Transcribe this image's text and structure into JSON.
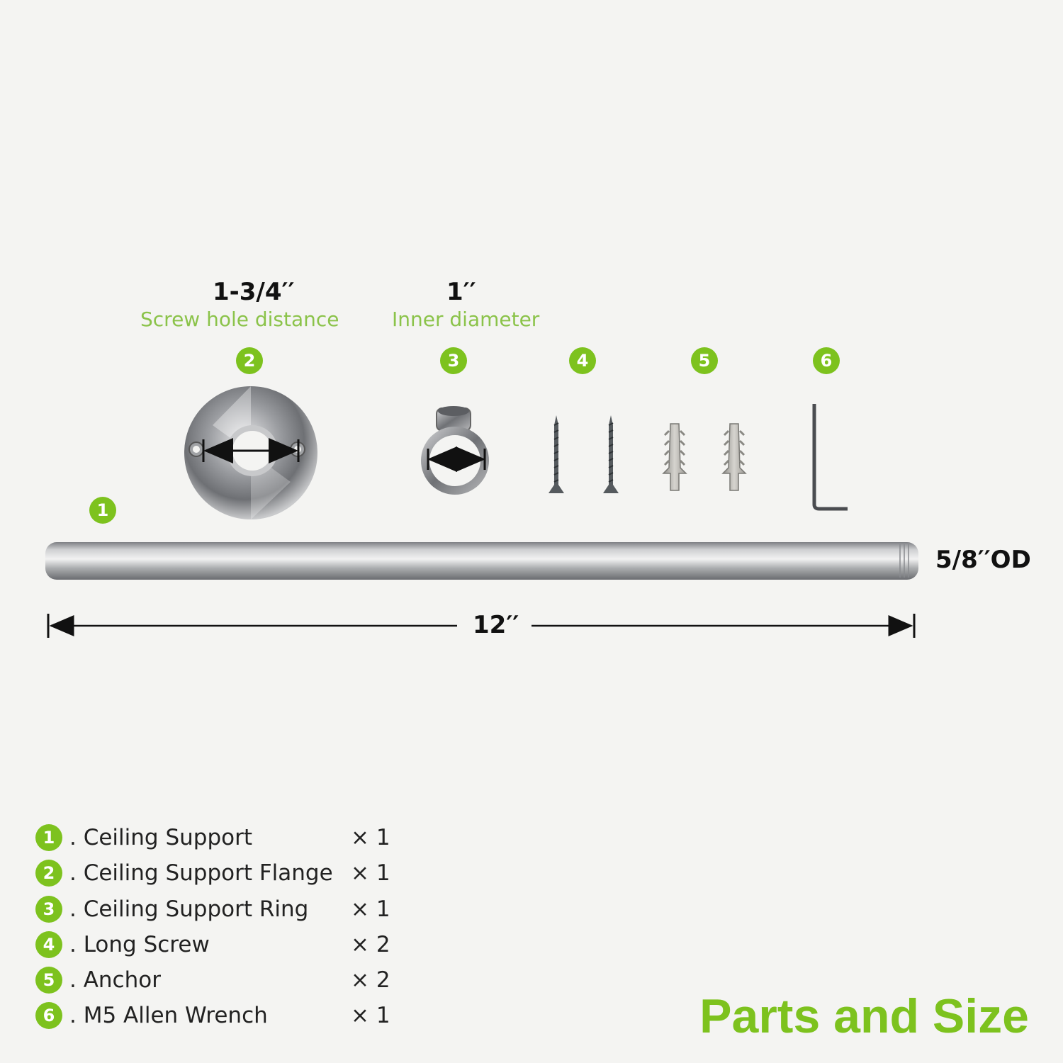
{
  "dimensions": {
    "flange_value": "1-3/4′′",
    "flange_label": "Screw hole distance",
    "ring_value": "1′′",
    "ring_label": "Inner diameter",
    "rod_length": "12′′",
    "rod_diameter": "5/8′′OD"
  },
  "badges": [
    "1",
    "2",
    "3",
    "4",
    "5",
    "6"
  ],
  "parts": [
    {
      "num": "1",
      "name": ". Ceiling Support",
      "qty": "× 1"
    },
    {
      "num": "2",
      "name": ". Ceiling Support Flange",
      "qty": "× 1"
    },
    {
      "num": "3",
      "name": ". Ceiling Support Ring",
      "qty": "× 1"
    },
    {
      "num": "4",
      "name": ". Long Screw",
      "qty": "× 2"
    },
    {
      "num": "5",
      "name": ". Anchor",
      "qty": "× 2"
    },
    {
      "num": "6",
      "name": ". M5 Allen Wrench",
      "qty": "× 1"
    }
  ],
  "title": "Parts and Size",
  "colors": {
    "accent": "#7dc21e",
    "label_green": "#8bc34a",
    "background": "#f4f4f2"
  }
}
